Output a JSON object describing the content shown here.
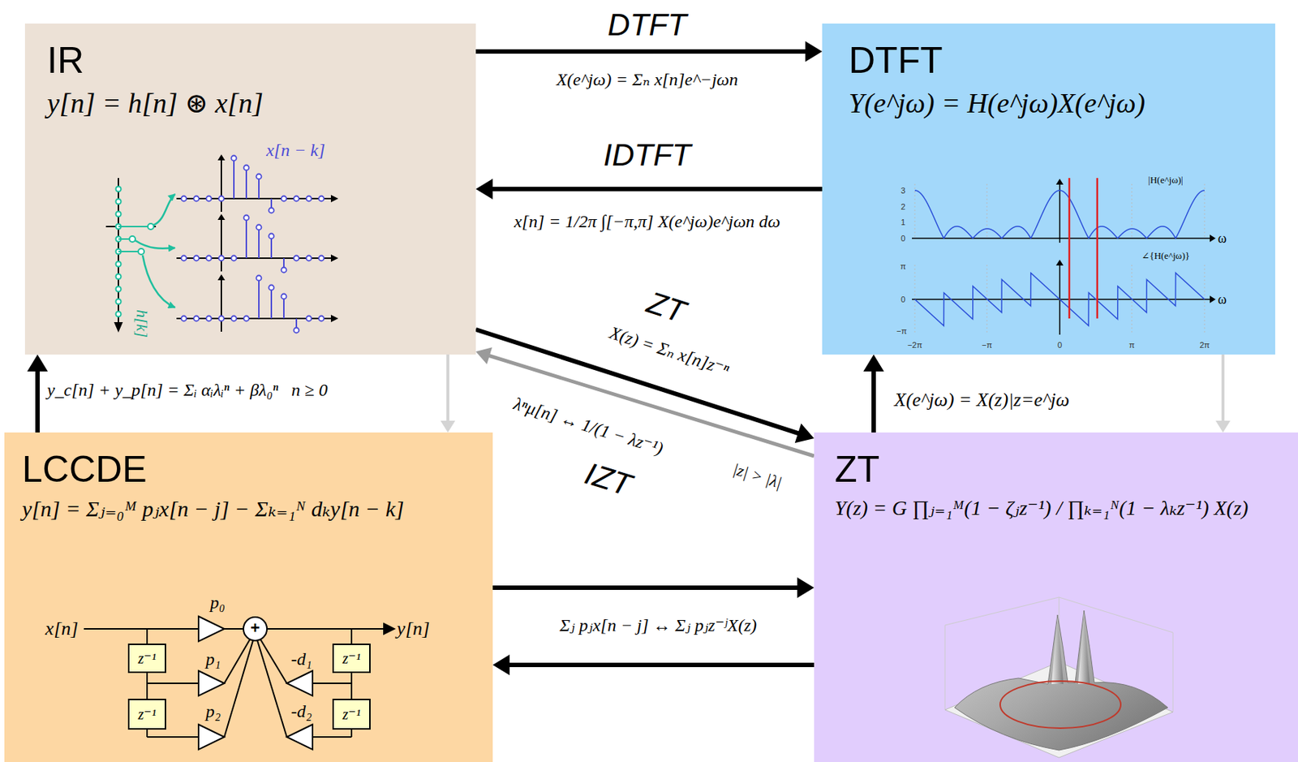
{
  "diagram": {
    "nodes": [
      {
        "text": [
          "IR",
          "y[n] = h[n] ⊛ x[n]"
        ]
      },
      {
        "text": [
          "DTFT",
          "Y(e^jω) = H(e^jω)X(e^jω)"
        ]
      },
      {
        "text": [
          "LCCDE",
          "y[n] = Σⱼ₌₀ᴹ pⱼx[n − j] − Σₖ₌₁ᴺ dₖy[n − k]"
        ]
      },
      {
        "text": [
          "ZT",
          "Y(z) = G ∏ⱼ₌₁ᴹ(1 − ζⱼz⁻¹) / ∏ₖ₌₁ᴺ(1 − λₖz⁻¹) X(z)"
        ]
      }
    ],
    "edges": [
      {
        "from": 0,
        "to": 1,
        "arrow": "to",
        "label": "DTFT"
      },
      {
        "from": 1,
        "to": 0,
        "arrow": "to",
        "label": "IDTFT"
      },
      {
        "from": 0,
        "to": 3,
        "arrow": "to",
        "label": "ZT"
      },
      {
        "from": 3,
        "to": 0,
        "arrow": "to",
        "label": "IZT"
      },
      {
        "from": 2,
        "to": 0,
        "arrow": "to",
        "label": "y_c[n] + y_p[n] = Σᵢ αᵢλᵢⁿ + βλ₀ⁿ   n ≥ 0"
      },
      {
        "from": 0,
        "to": 2,
        "arrow": "to"
      },
      {
        "from": 3,
        "to": 1,
        "arrow": "to",
        "label": "X(e^jω) = X(z)|z=e^jω"
      },
      {
        "from": 1,
        "to": 3,
        "arrow": "to"
      },
      {
        "from": 2,
        "to": 3,
        "arrow": "to",
        "label": "Σⱼ pⱼx[n − j] ↔ Σⱼ pⱼz⁻ʲX(z)"
      },
      {
        "from": 3,
        "to": 2,
        "arrow": "to"
      }
    ],
    "labels": [
      "X(e^jω) = Σₙ x[n]e^−jωn",
      "x[n] = 1/2π ∫[−π,π] X(e^jω)e^jωn dω",
      "X(z) = Σₙ x[n]z⁻ⁿ",
      "λⁿμ[n] ↔ 1/(1 − λz⁻¹)",
      "|z| > |λ|",
      "x[n − k]",
      "h[k]",
      "|H(e^jω)|",
      "∠{H(e^jω)}",
      "3",
      "2",
      "1",
      "0",
      "π",
      "0",
      "−π",
      "−2π",
      "−π",
      "0",
      "π",
      "2π",
      "ω",
      "ω",
      "x[n]",
      "y[n]",
      "z⁻¹",
      "z⁻¹",
      "z⁻¹",
      "z⁻¹",
      "p₀",
      "p₁",
      "p₂",
      "-d₁",
      "-d₂",
      "+"
    ]
  }
}
